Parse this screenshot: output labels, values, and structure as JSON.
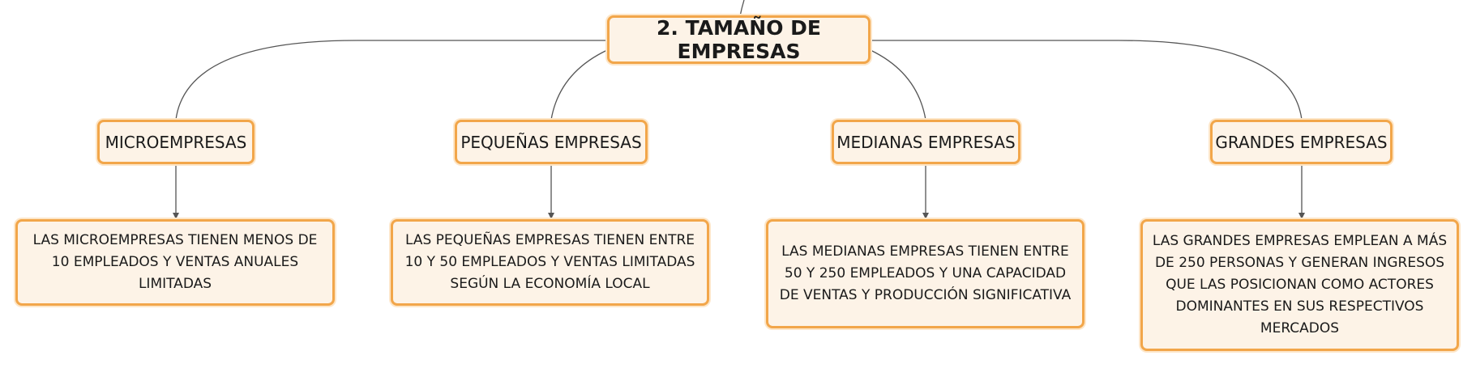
{
  "root": {
    "label": "2. TAMAÑO DE EMPRESAS"
  },
  "categories": [
    {
      "label": "MICROEMPRESAS",
      "description": "LAS MICROEMPRESAS TIENEN MENOS DE 10 EMPLEADOS Y VENTAS ANUALES LIMITADAS"
    },
    {
      "label": "PEQUEÑAS EMPRESAS",
      "description": "LAS PEQUEÑAS EMPRESAS TIENEN ENTRE 10 Y 50 EMPLEADOS Y VENTAS LIMITADAS SEGÚN LA ECONOMÍA LOCAL"
    },
    {
      "label": "MEDIANAS EMPRESAS",
      "description": "LAS MEDIANAS EMPRESAS TIENEN ENTRE 50 Y 250 EMPLEADOS Y UNA CAPACIDAD DE VENTAS Y PRODUCCIÓN SIGNIFICATIVA"
    },
    {
      "label": "GRANDES EMPRESAS",
      "description": "LAS GRANDES EMPRESAS EMPLEAN A MÁS DE 250 PERSONAS Y GENERAN INGRESOS QUE LAS POSICIONAN COMO ACTORES DOMINANTES EN SUS RESPECTIVOS MERCADOS"
    }
  ],
  "colors": {
    "node_fill": "#fdf3e7",
    "node_border": "#f2a64a",
    "connector": "#555555",
    "text": "#1a1a1a"
  }
}
